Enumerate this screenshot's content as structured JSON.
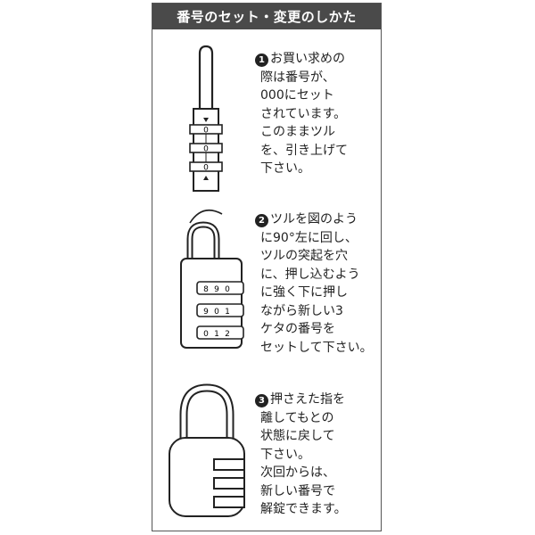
{
  "header": {
    "title": "番号のセット・変更のしかた"
  },
  "steps": [
    {
      "num": "1",
      "lines": [
        "お買い求めの",
        "際は番号が、",
        "000にセット",
        "されています。",
        "このままツル",
        "を、引き上げて",
        "下さい。"
      ]
    },
    {
      "num": "2",
      "lines": [
        "ツルを図のよう",
        "に90°左に回し、",
        "ツルの突起を穴",
        "に、押し込むよう",
        "に強く下に押し",
        "ながら新しい3",
        "ケタの番号を",
        "セットして下さい。"
      ]
    },
    {
      "num": "3",
      "lines": [
        "押さえた指を",
        "離してもとの",
        "状態に戻して",
        "下さい。",
        "次回からは、",
        "新しい番号で",
        "解錠できます。"
      ]
    }
  ],
  "dials": {
    "step1": [
      "0",
      "0",
      "0"
    ],
    "step2_rows": [
      [
        "8",
        "9",
        "0"
      ],
      [
        "9",
        "0",
        "1"
      ],
      [
        "0",
        "1",
        "2"
      ]
    ]
  },
  "icons": [
    "triangle-down-icon",
    "triangle-up-icon",
    "rotate-arc-icon"
  ]
}
